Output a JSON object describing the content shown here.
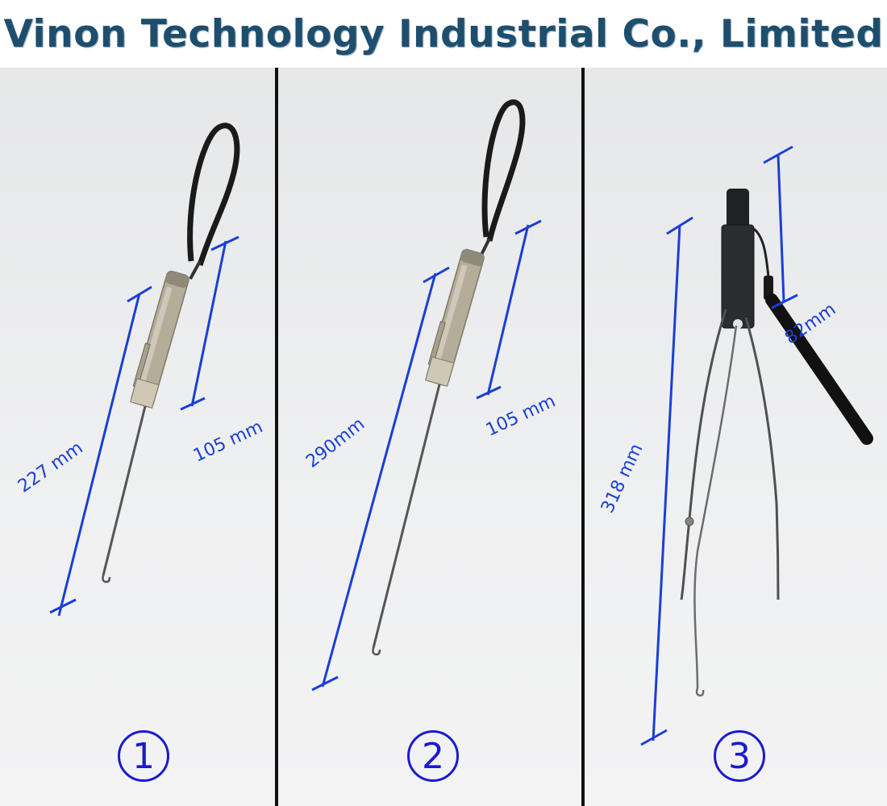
{
  "header": {
    "title": "Vinon Technology Industrial Co., Limited"
  },
  "colors": {
    "title": "#1e4e6e",
    "dimension": "#1a3fd6",
    "number": "#1a1ad0",
    "divider": "#111111"
  },
  "panels": [
    {
      "number": "1",
      "total_label": "227 mm",
      "handle_label": "105 mm"
    },
    {
      "number": "2",
      "total_label": "290mm",
      "handle_label": "105 mm"
    },
    {
      "number": "3",
      "total_label": "318 mm",
      "handle_label": "82mm"
    }
  ]
}
